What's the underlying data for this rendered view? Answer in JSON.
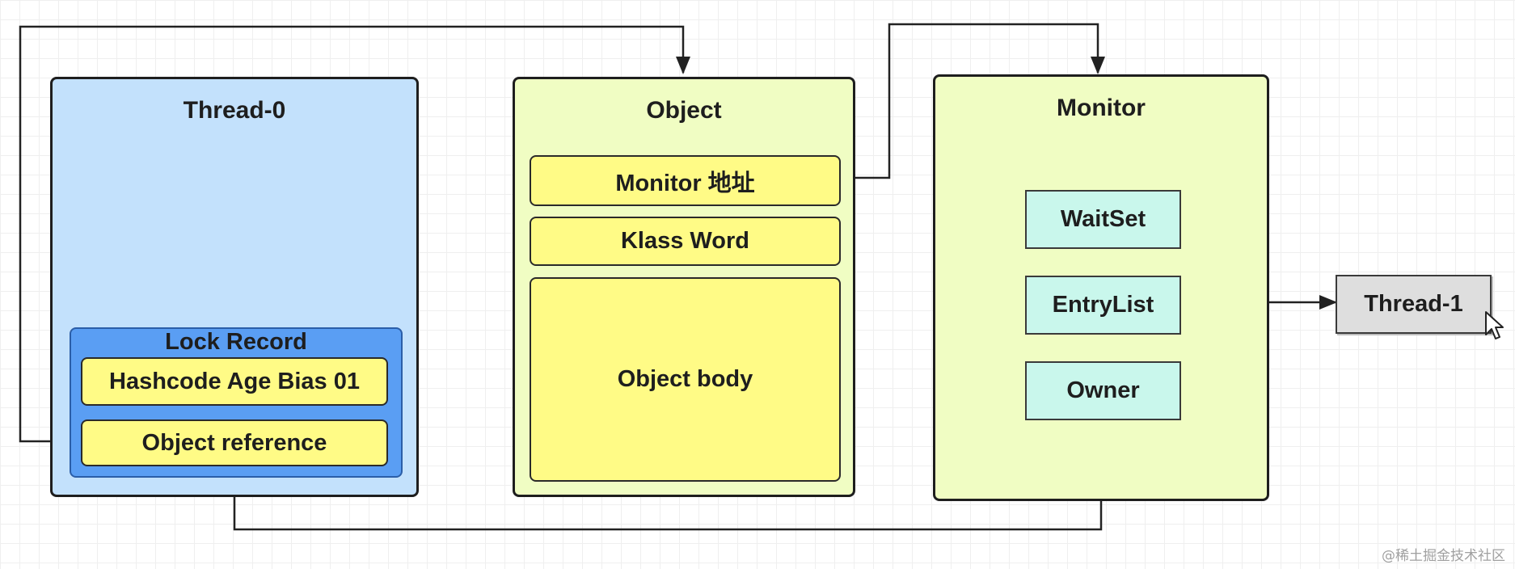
{
  "thread0": {
    "title": "Thread-0",
    "lock_record": {
      "title": "Lock Record",
      "hashcode": "Hashcode Age Bias 01",
      "object_reference": "Object reference"
    }
  },
  "object": {
    "title": "Object",
    "monitor_address": "Monitor 地址",
    "klass_word": "Klass Word",
    "body": "Object body"
  },
  "monitor": {
    "title": "Monitor",
    "waitset": "WaitSet",
    "entrylist": "EntryList",
    "owner": "Owner"
  },
  "thread1": {
    "title": "Thread-1"
  },
  "watermark": "@稀土掘金技术社区",
  "colors": {
    "thread0_fill": "#c3e1fc",
    "lock_record_fill": "#5a9ef3",
    "panel_green": "#f0fdc3",
    "slot_yellow": "#fffb86",
    "teal": "#c9f7ec",
    "thread1_fill": "#dedede"
  }
}
